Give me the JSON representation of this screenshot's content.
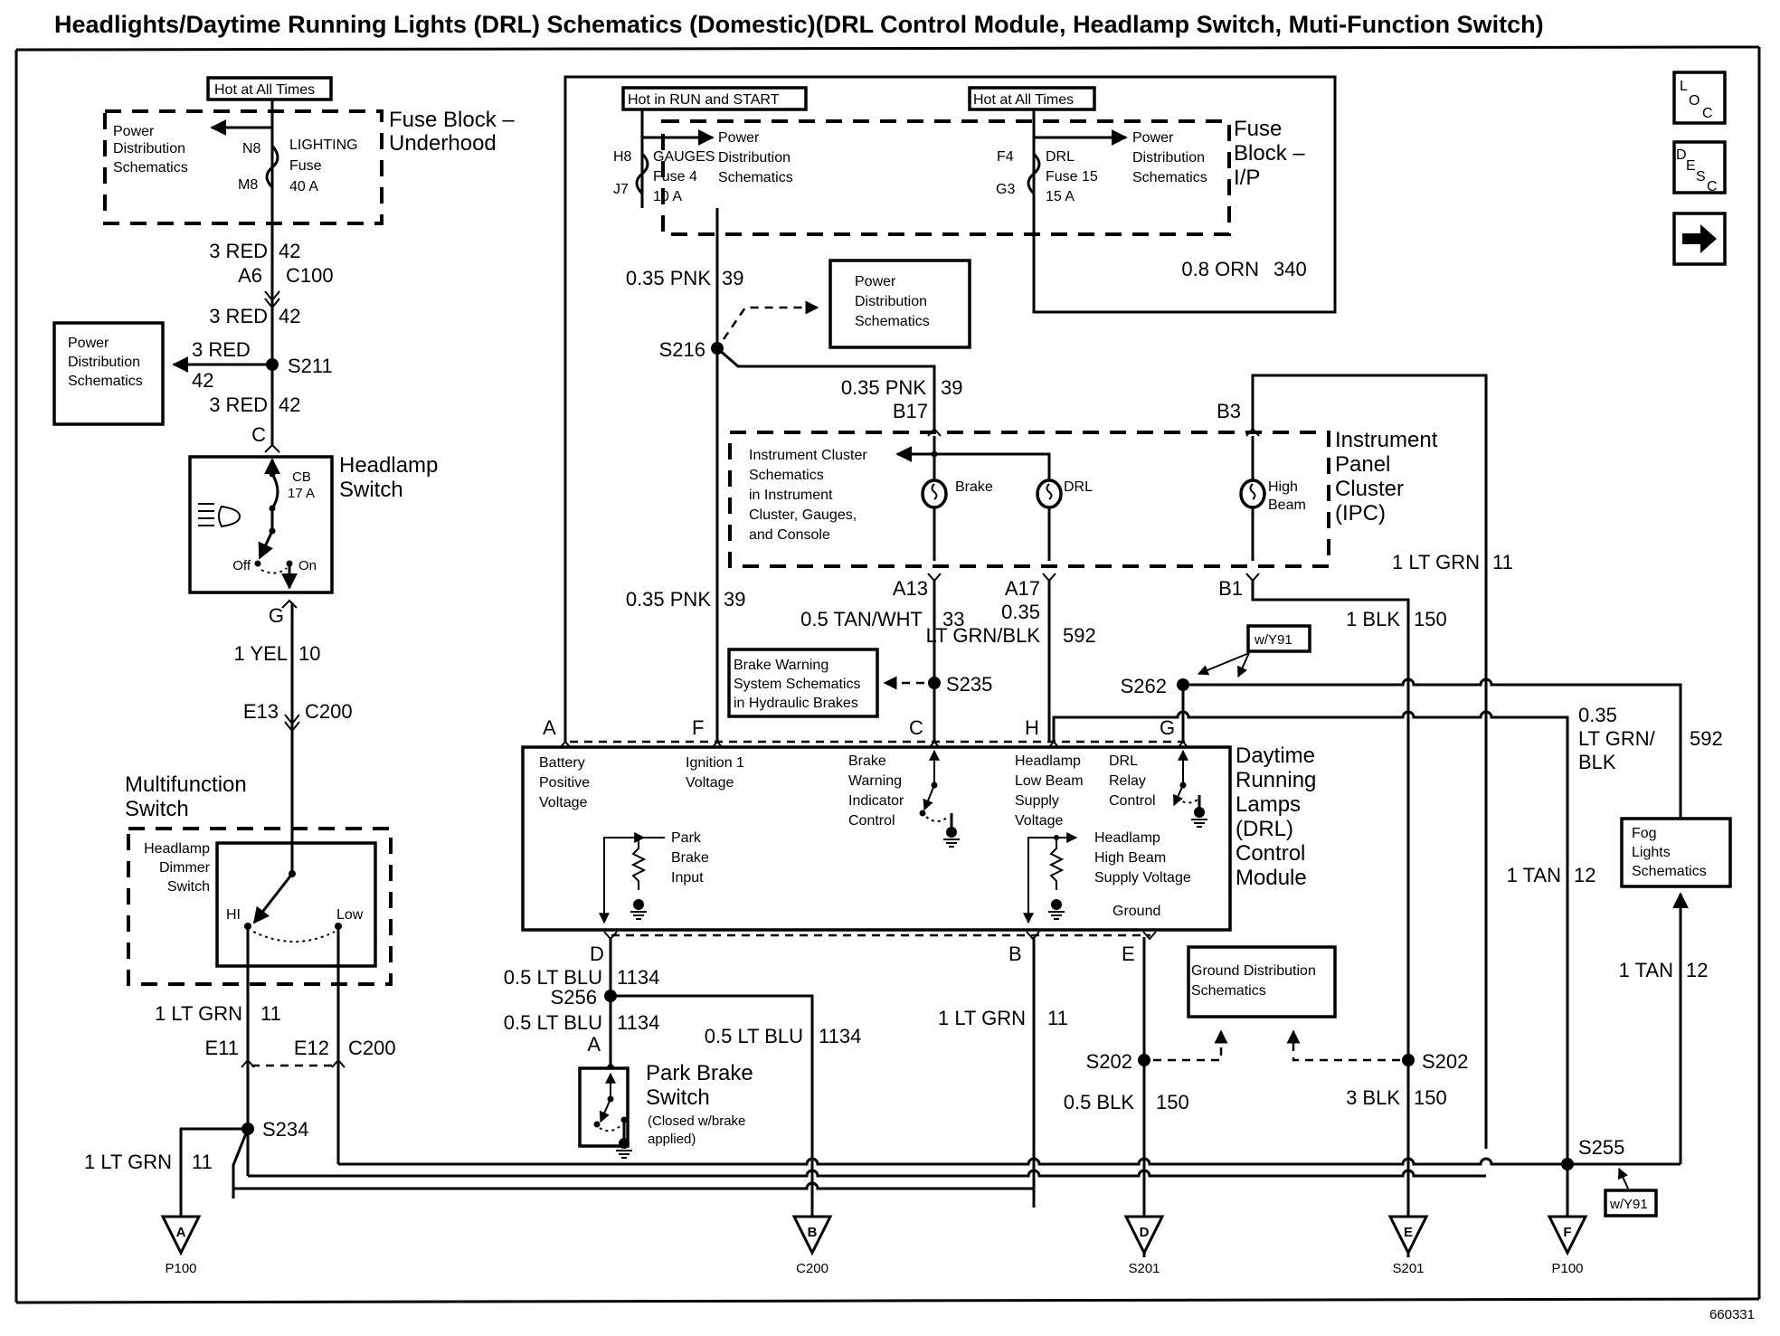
{
  "title": "Headlights/Daytime Running Lights (DRL) Schematics (Domestic)(DRL Control Module, Headlamp Switch, Muti-Function Switch)",
  "figure_id": "660331",
  "nav_icons": {
    "loc": {
      "name": "loc-icon",
      "letters": [
        "L",
        "O",
        "C"
      ]
    },
    "desc": {
      "name": "desc-icon",
      "letters": [
        "D",
        "E",
        "S",
        "C"
      ]
    },
    "next": {
      "name": "next-arrow-icon",
      "glyph": "➡"
    }
  },
  "fuse_block_underhood": {
    "hot_label": "Hot at All Times",
    "title": [
      "Fuse Block –",
      "Underhood"
    ],
    "power_dist": [
      "Power",
      "Distribution",
      "Schematics"
    ],
    "fuse_name": [
      "LIGHTING",
      "Fuse",
      "40 A"
    ],
    "pin_in": "N8",
    "pin_out": "M8"
  },
  "fuse_block_ip": {
    "title": [
      "Fuse",
      "Block –",
      "I/P"
    ],
    "hot_run": "Hot in RUN and START",
    "hot_all": "Hot at All Times",
    "gauges_fuse": [
      "GAUGES",
      "Fuse 4",
      "10 A"
    ],
    "gauges_pin_in": "H8",
    "gauges_pin_out": "J7",
    "drl_fuse": [
      "DRL",
      "Fuse 15",
      "15 A"
    ],
    "drl_pin_in": "F4",
    "drl_pin_out": "G3",
    "power_dist_1": [
      "Power",
      "Distribution",
      "Schematics"
    ],
    "power_dist_2": [
      "Power",
      "Distribution",
      "Schematics"
    ]
  },
  "power_dist_box_left": [
    "Power",
    "Distribution",
    "Schematics"
  ],
  "power_dist_box_mid": [
    "Power",
    "Distribution",
    "Schematics"
  ],
  "wires": {
    "red42_a": {
      "gauge_color": "3 RED",
      "circuit": "42"
    },
    "a6_c100": {
      "pin": "A6",
      "connector": "C100"
    },
    "red42_b": {
      "gauge_color": "3 RED",
      "circuit": "42"
    },
    "red42_branch": {
      "gauge_color": "3 RED",
      "circuit": "42"
    },
    "s211": "S211",
    "red42_c": {
      "gauge_color": "3 RED",
      "circuit": "42"
    },
    "pin_c": "C",
    "pin_g": "G",
    "yel10": {
      "gauge_color": "1 YEL",
      "circuit": "10"
    },
    "e13_c200": {
      "pin": "E13",
      "connector": "C200"
    },
    "pnk39_a": {
      "gauge_color": "0.35 PNK",
      "circuit": "39"
    },
    "s216": "S216",
    "pnk39_b": {
      "gauge_color": "0.35 PNK",
      "circuit": "39"
    },
    "b17": "B17",
    "pnk39_c": {
      "gauge_color": "0.35 PNK",
      "circuit": "39"
    },
    "orn340": {
      "gauge_color": "0.8 ORN",
      "circuit": "340"
    },
    "b3": "B3",
    "a13": "A13",
    "tanwht33": {
      "gauge_color": "0.5 TAN/WHT",
      "circuit": "33"
    },
    "s235": "S235",
    "a17": "A17",
    "ltgrnblk592": {
      "gauge": "0.35",
      "color": "LT GRN/BLK",
      "circuit": "592"
    },
    "b1": "B1",
    "blk150_a": {
      "gauge_color": "1 BLK",
      "circuit": "150"
    },
    "ltgrn11_top": {
      "gauge_color": "1 LT GRN",
      "circuit": "11"
    },
    "s262": "S262",
    "wy91_a": "w/Y91",
    "ltgrnblk592_fog": {
      "gauge": "0.35",
      "color": [
        "LT GRN/",
        "BLK"
      ],
      "circuit": "592"
    },
    "tan12_a": {
      "gauge_color": "1 TAN",
      "circuit": "12"
    },
    "tan12_b": {
      "gauge_color": "1 TAN",
      "circuit": "12"
    },
    "ltblu1134_a": {
      "gauge_color": "0.5 LT BLU",
      "circuit": "1134"
    },
    "s256": "S256",
    "ltblu1134_b": {
      "gauge_color": "0.5 LT BLU",
      "circuit": "1134"
    },
    "ltblu1134_c": {
      "gauge_color": "0.5 LT BLU",
      "circuit": "1134"
    },
    "pin_a_park": "A",
    "ltgrn11_b": {
      "gauge_color": "1 LT GRN",
      "circuit": "11"
    },
    "s202_a": "S202",
    "s202_b": "S202",
    "blk150_b": {
      "gauge_color": "0.5 BLK",
      "circuit": "150"
    },
    "blk150_c": {
      "gauge_color": "3 BLK",
      "circuit": "150"
    },
    "ltgrn11_left": {
      "gauge_color": "1 LT GRN",
      "circuit": "11"
    },
    "e11": "E11",
    "e12_c200": {
      "pin": "E12",
      "connector": "C200"
    },
    "s234": "S234",
    "ltgrn11_p100": {
      "gauge_color": "1 LT GRN",
      "circuit": "11"
    },
    "s255": "S255",
    "wy91_b": "w/Y91"
  },
  "headlamp_switch": {
    "title": [
      "Headlamp",
      "Switch"
    ],
    "cb": [
      "CB",
      "17 A"
    ],
    "off": "Off",
    "on": "On"
  },
  "multifunction_switch": {
    "title": [
      "Multifunction",
      "Switch"
    ],
    "dimmer": [
      "Headlamp",
      "Dimmer",
      "Switch"
    ],
    "hi": "HI",
    "low": "Low"
  },
  "ipc": {
    "title": [
      "Instrument",
      "Panel",
      "Cluster",
      "(IPC)"
    ],
    "ref": [
      "Instrument Cluster",
      "Schematics",
      "in Instrument",
      "Cluster, Gauges,",
      "and Console"
    ],
    "brake": "Brake",
    "drl": "DRL",
    "high_beam": [
      "High",
      "Beam"
    ]
  },
  "brake_warning_box": [
    "Brake Warning",
    "System Schematics",
    "in Hydraulic Brakes"
  ],
  "drl_module": {
    "title": [
      "Daytime",
      "Running",
      "Lamps",
      "(DRL)",
      "Control",
      "Module"
    ],
    "pins_top": [
      "A",
      "F",
      "C",
      "H",
      "G"
    ],
    "pins_bottom": [
      "D",
      "B",
      "E"
    ],
    "battery": [
      "Battery",
      "Positive",
      "Voltage"
    ],
    "ignition": [
      "Ignition 1",
      "Voltage"
    ],
    "brake_warn": [
      "Brake",
      "Warning",
      "Indicator",
      "Control"
    ],
    "low_beam": [
      "Headlamp",
      "Low Beam",
      "Supply",
      "Voltage"
    ],
    "drl_relay": [
      "DRL",
      "Relay",
      "Control"
    ],
    "park_brake": [
      "Park",
      "Brake",
      "Input"
    ],
    "high_beam": [
      "Headlamp",
      "High Beam",
      "Supply Voltage"
    ],
    "ground": "Ground"
  },
  "park_brake_switch": {
    "title": [
      "Park Brake",
      "Switch"
    ],
    "note": [
      "(Closed w/brake",
      "applied)"
    ]
  },
  "ground_dist_box": [
    "Ground Distribution",
    "Schematics"
  ],
  "fog_box": [
    "Fog",
    "Lights",
    "Schematics"
  ],
  "off_page": [
    {
      "letter": "A",
      "ref": "P100"
    },
    {
      "letter": "B",
      "ref": "C200"
    },
    {
      "letter": "D",
      "ref": "S201"
    },
    {
      "letter": "E",
      "ref": "S201"
    },
    {
      "letter": "F",
      "ref": "P100"
    }
  ]
}
